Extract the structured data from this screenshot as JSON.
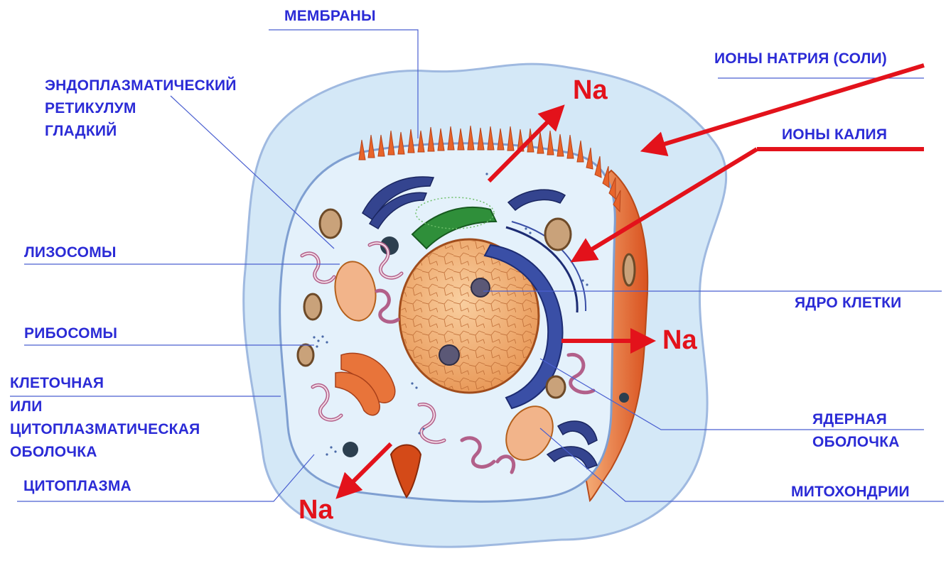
{
  "labels": {
    "membranes": "МЕМБРАНЫ",
    "er_line1": "ЭНДОПЛАЗМАТИЧЕСКИЙ",
    "er_line2": "РЕТИКУЛУМ",
    "er_line3": "ГЛАДКИЙ",
    "lysosomes": "ЛИЗОСОМЫ",
    "ribosomes": "РИБОСОМЫ",
    "membrane_line1": "КЛЕТОЧНАЯ",
    "membrane_line2": "ИЛИ",
    "membrane_line3": "ЦИТОПЛАЗМАТИЧЕСКАЯ",
    "membrane_line4": "ОБОЛОЧКА",
    "cytoplasm": "ЦИТОПЛАЗМА",
    "sodium_ions": "ИОНЫ НАТРИЯ (СОЛИ)",
    "potassium_ions": "ИОНЫ КАЛИЯ",
    "nucleus": "ЯДРО КЛЕТКИ",
    "nuclear_env_line1": "ЯДЕРНАЯ",
    "nuclear_env_line2": "ОБОЛОЧКА",
    "mitochondria": "МИТОХОНДРИИ"
  },
  "na_markers": {
    "top": "Na",
    "right": "Na",
    "bottom": "Na"
  },
  "colors": {
    "label_blue": "#2b2bd6",
    "arrow_red": "#e3121b",
    "outer_fluid": "#cfe6f8",
    "cell_edge": "#8fa8d8",
    "nucleus": "#f2b27a",
    "microvilli": "#e8642a"
  }
}
